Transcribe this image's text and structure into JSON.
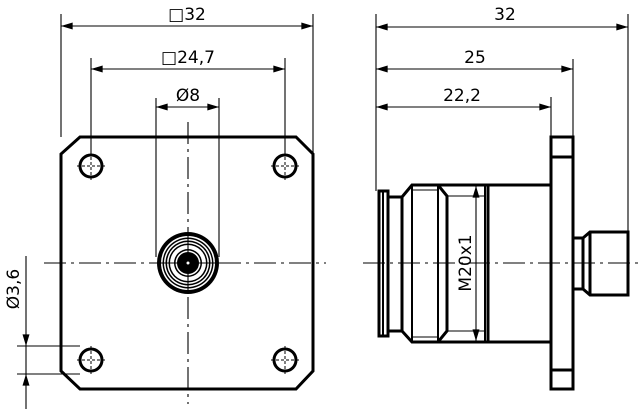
{
  "drawing": {
    "subject": "Square flange connector, front and side view",
    "front_view": {
      "dimensions": {
        "flange_width": "□32",
        "hole_spacing": "□24,7",
        "body_diameter": "Ø8",
        "hole_diameter": "Ø3,6"
      }
    },
    "side_view": {
      "dimensions": {
        "overall_length": "32",
        "length_to_flange_back": "25",
        "length_to_flange_front": "22,2",
        "thread": "M20x1"
      }
    }
  }
}
